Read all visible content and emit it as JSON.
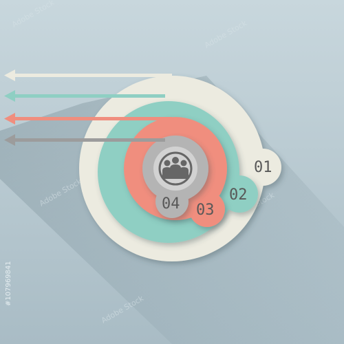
{
  "labels": {
    "item1": "01",
    "item2": "02",
    "item3": "03",
    "item4": "04"
  },
  "watermark": "Adobe Stock",
  "stock_id": "#107969841",
  "icons": {
    "center": "people-group-icon"
  },
  "colors": {
    "background": "#b8c9d0",
    "ring1": "#ecebe0",
    "ring2": "#8fcfc3",
    "ring3": "#f08e7e",
    "ring4": "#b4b4b4",
    "icon": "#666666"
  }
}
